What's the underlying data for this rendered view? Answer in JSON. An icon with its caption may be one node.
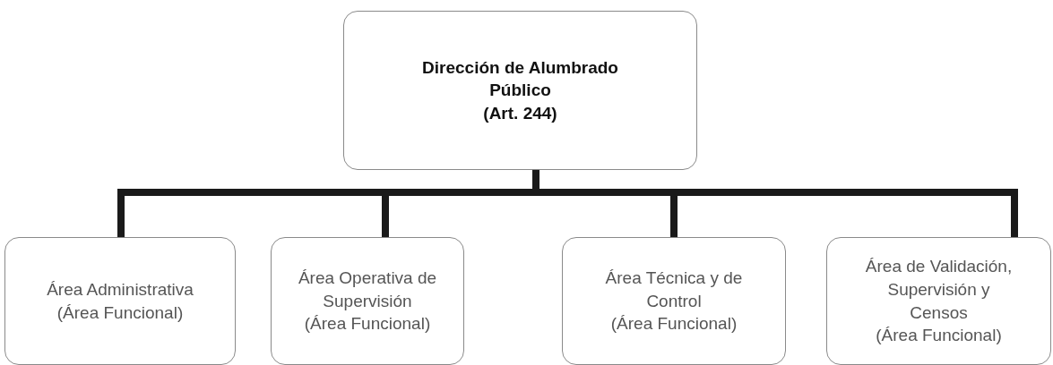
{
  "diagram": {
    "nodes": [
      {
        "text": [
          "Dirección de Alumbrado Público",
          "(Art. 244)"
        ]
      },
      {
        "text": [
          "Área Administrativa",
          "(Área Funcional)"
        ]
      },
      {
        "text": [
          "Área Operativa de Supervisión",
          "(Área Funcional)"
        ]
      },
      {
        "text": [
          "Área Técnica y de Control",
          "(Área Funcional)"
        ]
      },
      {
        "text": [
          "Área de Validación, Supervisión y Censos",
          "(Área Funcional)"
        ]
      }
    ],
    "edges": [
      {
        "from": 0,
        "to": 1,
        "arrow": "none"
      },
      {
        "from": 0,
        "to": 2,
        "arrow": "none"
      },
      {
        "from": 0,
        "to": 3,
        "arrow": "none"
      },
      {
        "from": 0,
        "to": 4,
        "arrow": "none"
      }
    ]
  }
}
